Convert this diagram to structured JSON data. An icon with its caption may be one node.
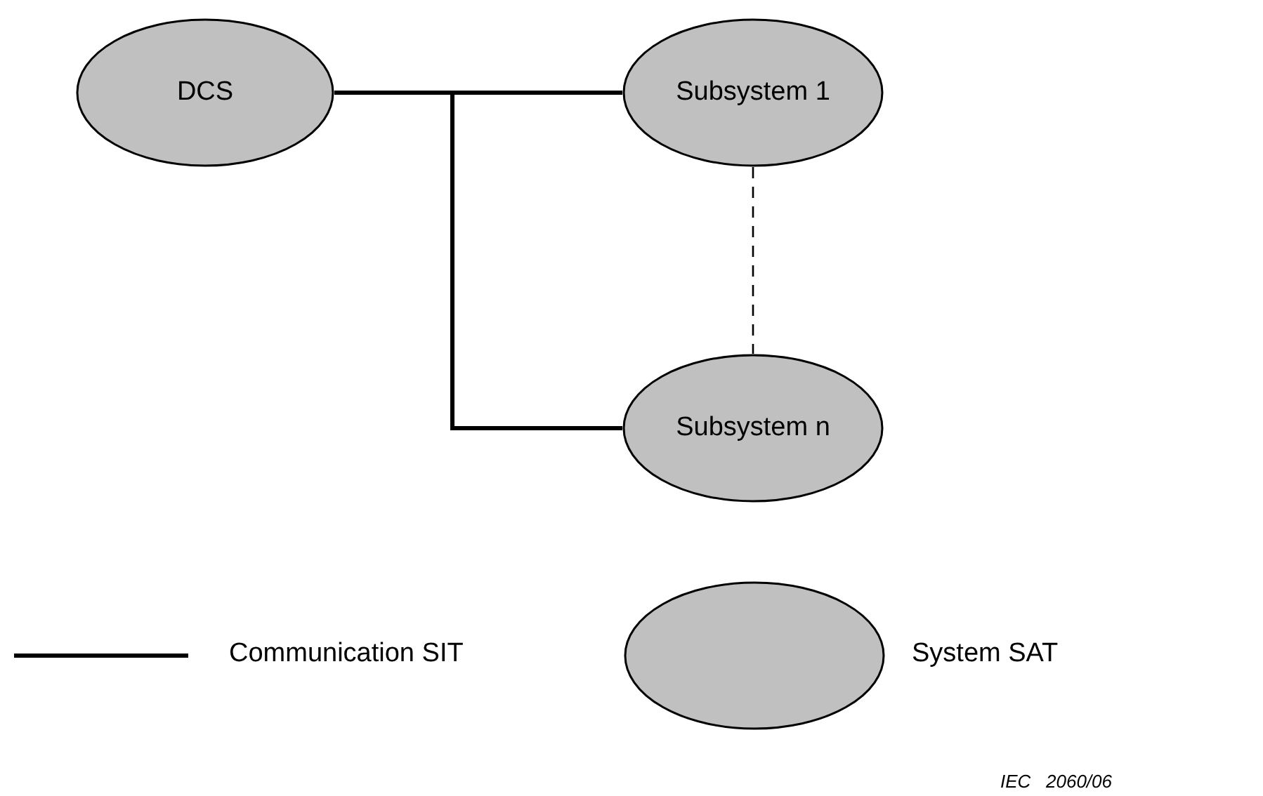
{
  "diagram": {
    "nodes": [
      {
        "text": [
          "DCS"
        ]
      },
      {
        "text": [
          "Subsystem 1"
        ]
      },
      {
        "text": [
          "Subsystem n"
        ]
      }
    ],
    "edges": [
      {
        "from": 0,
        "to": 1,
        "arrow": "none"
      },
      {
        "from": 0,
        "to": 2,
        "arrow": "none"
      },
      {
        "from": 1,
        "to": 2,
        "arrow": "none",
        "style": "dashed"
      }
    ],
    "labels": [
      "IEC   2060/06"
    ],
    "legend": [
      {
        "text": "Communication SIT"
      },
      {
        "text": "System SAT",
        "color": "#c0c0c0"
      }
    ]
  }
}
